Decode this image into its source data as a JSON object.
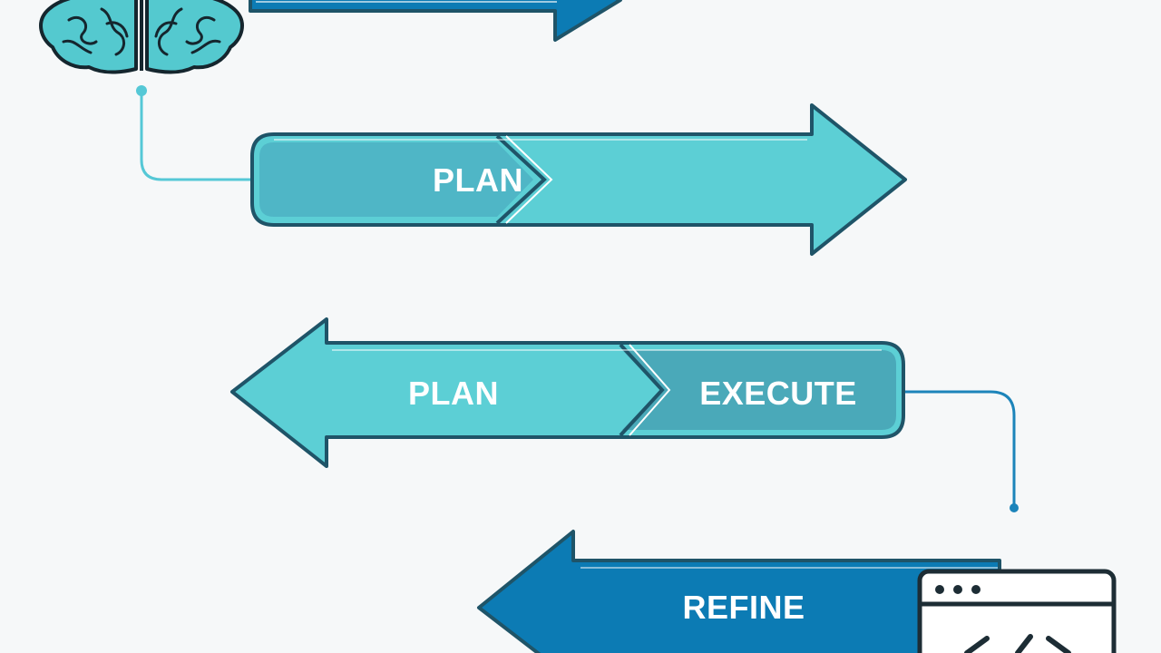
{
  "diagram": {
    "arrow1": {
      "label": "PLAN"
    },
    "arrow2": {
      "label_left": "PLAN",
      "label_right": "EXECUTE"
    },
    "arrow3": {
      "label": "REFINE"
    }
  },
  "icons": {
    "brain": "brain-icon",
    "browser": "code-window-icon"
  },
  "colors": {
    "background": "#f6f8f9",
    "outline": "#1f5468",
    "teal_light": "#5ccfd5",
    "teal_mid": "#4fb6c6",
    "teal_dark": "#4aa9b9",
    "blue": "#0c7bb4",
    "connector_teal": "#55c8d6",
    "connector_blue": "#1c84ba",
    "brain": "#54c9cf",
    "ink": "#1d2d35"
  }
}
